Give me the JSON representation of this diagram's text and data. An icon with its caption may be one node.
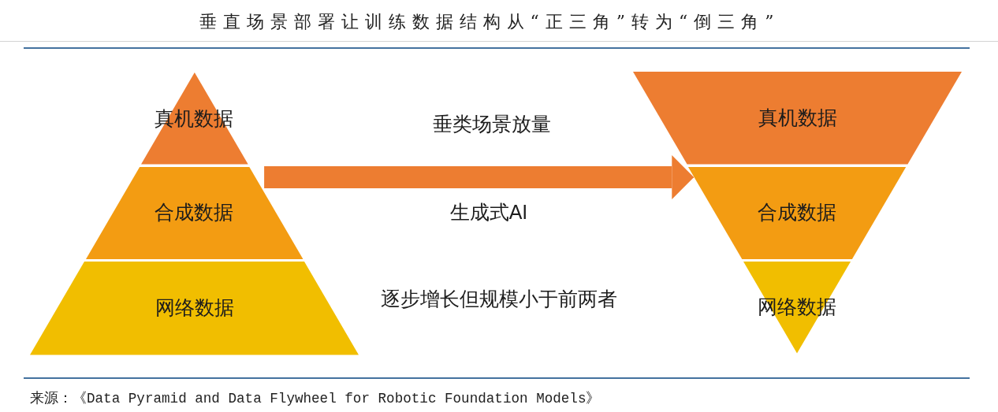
{
  "diagram": {
    "title": "垂直场景部署让训练数据结构从“正三角”转为“倒三角”",
    "nodes": [
      {
        "text": [
          "真机数据"
        ]
      },
      {
        "text": [
          "合成数据"
        ]
      },
      {
        "text": [
          "网络数据"
        ]
      },
      {
        "text": [
          "真机数据"
        ]
      },
      {
        "text": [
          "合成数据"
        ]
      },
      {
        "text": [
          "网络数据"
        ]
      }
    ],
    "edges": [
      {
        "from": 1,
        "to": 4,
        "arrow": "to"
      }
    ],
    "labels": [
      "垂类场景放量",
      "生成式AI",
      "逐步增长但规模小于前两者",
      "来源：《Data Pyramid and Data Flywheel for Robotic Foundation Models》"
    ]
  }
}
